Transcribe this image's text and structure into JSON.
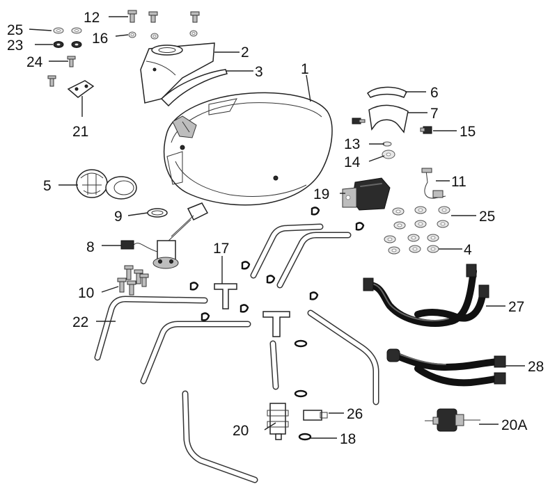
{
  "callouts": {
    "c1": "1",
    "c2": "2",
    "c3": "3",
    "c4": "4",
    "c5": "5",
    "c6": "6",
    "c7": "7",
    "c8": "8",
    "c9": "9",
    "c10": "10",
    "c11": "11",
    "c12": "12",
    "c13": "13",
    "c14": "14",
    "c15": "15",
    "c16": "16",
    "c17": "17",
    "c18": "18",
    "c19": "19",
    "c20": "20",
    "c20a": "20A",
    "c21": "21",
    "c22": "22",
    "c23": "23",
    "c24": "24",
    "c25a": "25",
    "c25b": "25",
    "c26": "26",
    "c27": "27",
    "c28": "28"
  }
}
